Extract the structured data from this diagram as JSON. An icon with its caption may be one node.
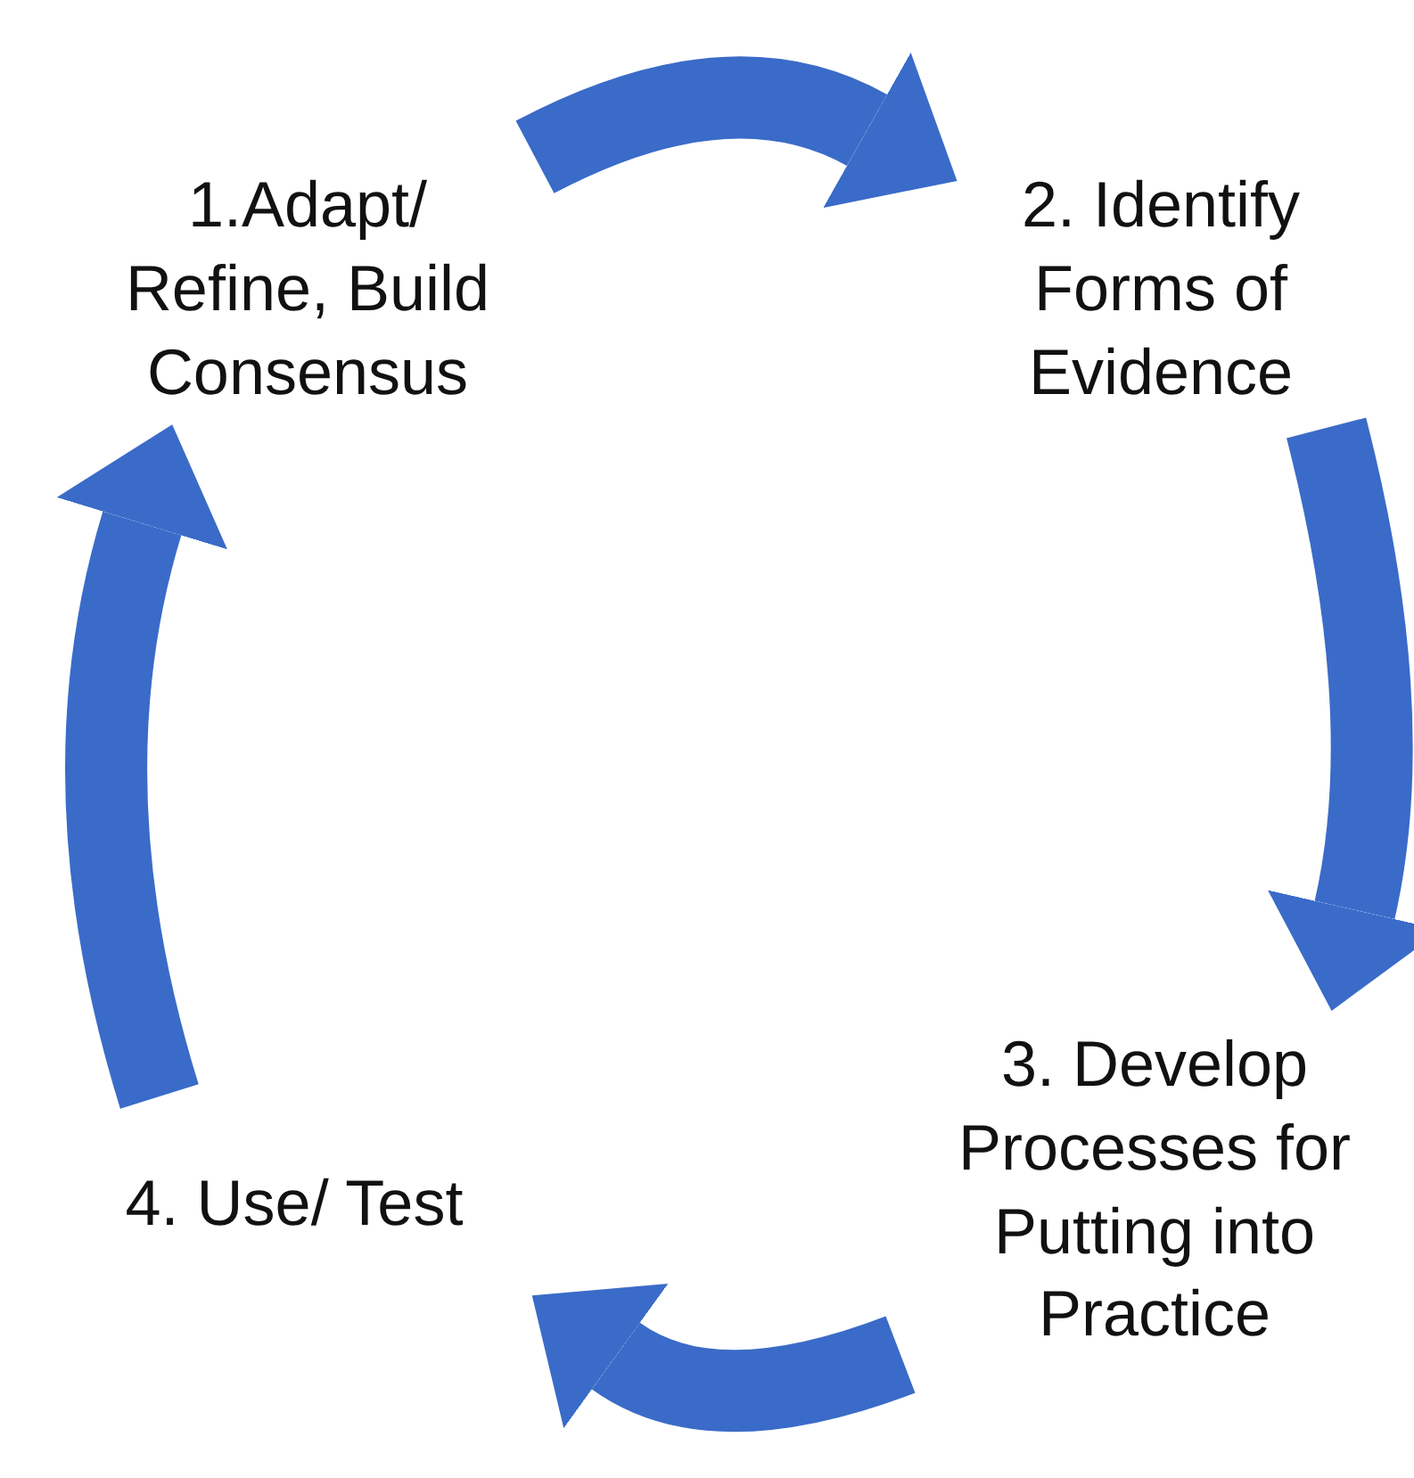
{
  "diagram": {
    "nodes": [
      {
        "text": [
          "1.Adapt/ Refine, Build Consensus"
        ]
      },
      {
        "text": [
          "2. Identify Forms of Evidence"
        ]
      },
      {
        "text": [
          "3. Develop Processes for Putting into Practice"
        ]
      },
      {
        "text": [
          "4. Use/ Test"
        ]
      }
    ],
    "edges": [
      {
        "from": 0,
        "to": 1,
        "arrow": "to"
      },
      {
        "from": 1,
        "to": 2,
        "arrow": "to"
      },
      {
        "from": 2,
        "to": 3,
        "arrow": "to"
      },
      {
        "from": 3,
        "to": 0,
        "arrow": "to"
      }
    ]
  }
}
